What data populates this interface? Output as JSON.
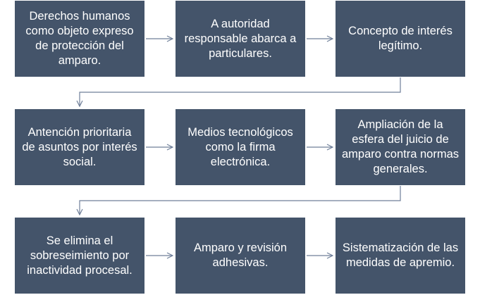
{
  "diagram": {
    "accent_color": "#44546a",
    "connector_color": "#6f7f99",
    "rows": [
      {
        "boxes": [
          "Derechos humanos como objeto expreso de protección del amparo.",
          "A autoridad responsable abarca a particulares.",
          "Concepto de interés legítimo."
        ]
      },
      {
        "boxes": [
          "Antención prioritaria de asuntos por interés social.",
          "Medios tecnológicos como la firma electrónica.",
          "Ampliación de la esfera del juicio de amparo contra normas generales."
        ]
      },
      {
        "boxes": [
          "Se elimina el sobreseimiento por inactividad procesal.",
          "Amparo y revisión adhesivas.",
          "Sistematización de las medidas de apremio."
        ]
      }
    ]
  }
}
